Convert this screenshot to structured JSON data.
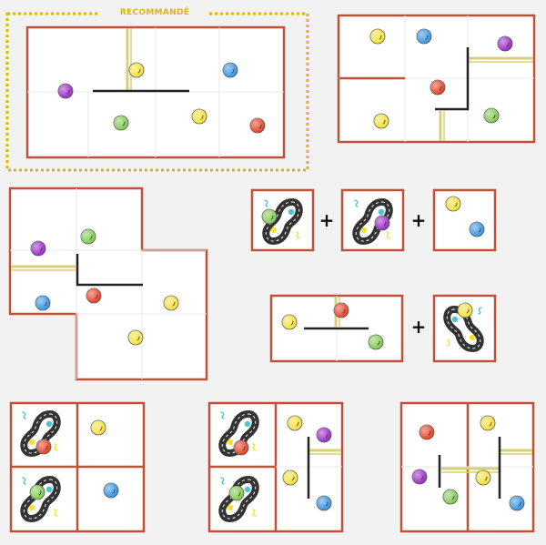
{
  "recommended_label": "RECOMMANDÉ",
  "colors": {
    "frame": "#c0503a",
    "wall": "#222222",
    "door": "#d8cf7a",
    "recommended": "#e0b21a",
    "yellow": "#f5e033",
    "blue": "#2f8fe0",
    "purple": "#9524c4",
    "green": "#7cc84a",
    "red": "#e53a1e",
    "cyan": "#4fc3d6",
    "track": "#333333"
  },
  "symbols": {
    "plus": "+"
  },
  "layout_options": [
    {
      "id": "option-1",
      "recommended": true
    },
    {
      "id": "option-2"
    },
    {
      "id": "option-3"
    },
    {
      "id": "option-4"
    },
    {
      "id": "option-5"
    },
    {
      "id": "option-6"
    },
    {
      "id": "option-7"
    },
    {
      "id": "option-8"
    }
  ]
}
